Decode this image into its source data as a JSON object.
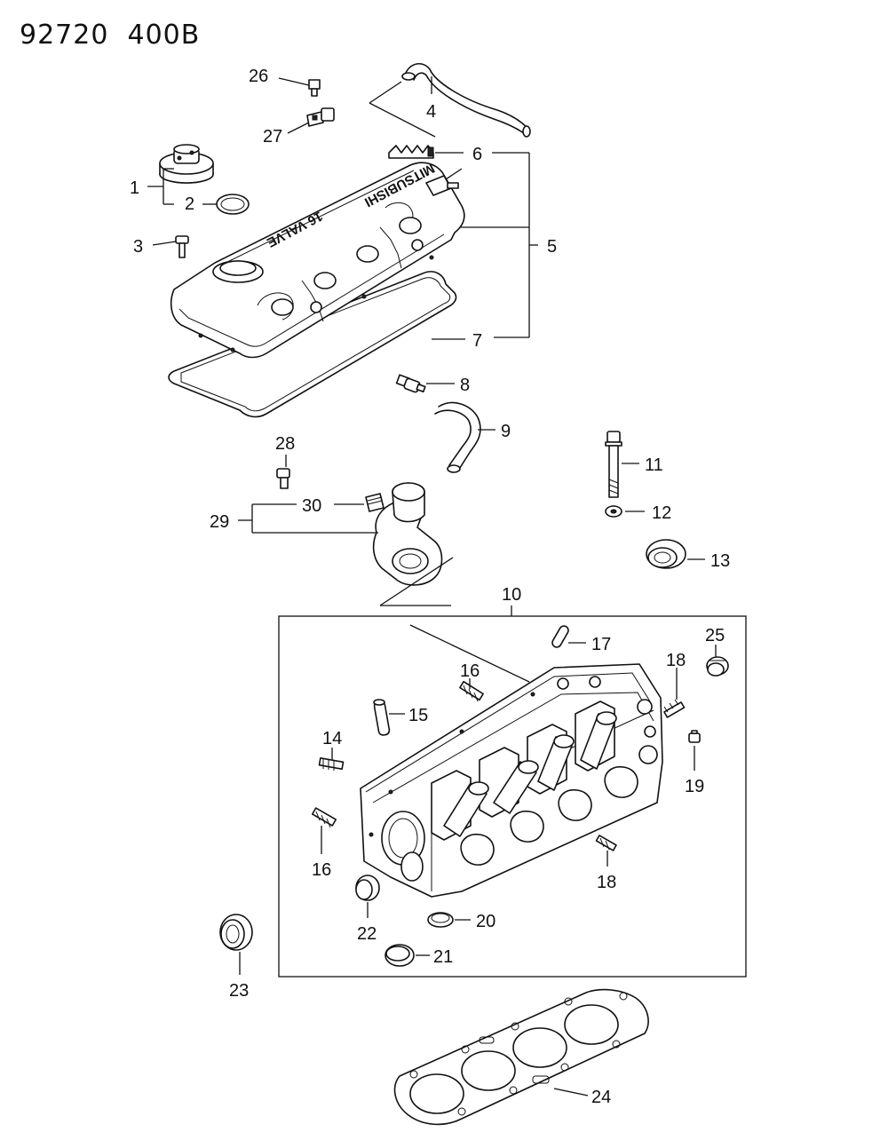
{
  "diagram": {
    "title": "92720  400B",
    "cover_lettering": "MITSUBISHI",
    "cover_sublettering": "16 VALVE"
  },
  "callouts": {
    "c1": "1",
    "c2": "2",
    "c3": "3",
    "c4": "4",
    "c5": "5",
    "c6": "6",
    "c7": "7",
    "c8": "8",
    "c9": "9",
    "c10": "10",
    "c11": "11",
    "c12": "12",
    "c13": "13",
    "c14": "14",
    "c15": "15",
    "c16": "16",
    "c17": "17",
    "c18": "18",
    "c19": "19",
    "c20": "20",
    "c21": "21",
    "c22": "22",
    "c23": "23",
    "c24": "24",
    "c25": "25",
    "c26": "26",
    "c27": "27",
    "c28": "28",
    "c29": "29",
    "c30": "30"
  }
}
